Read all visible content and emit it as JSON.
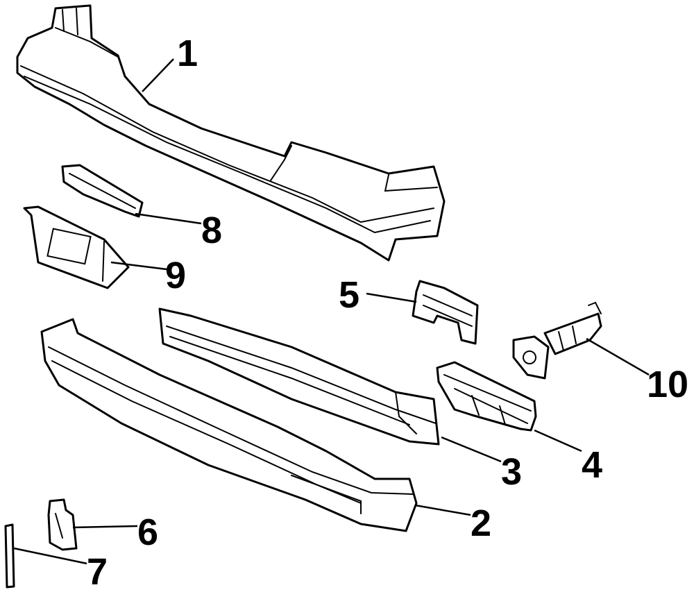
{
  "callouts": [
    {
      "id": "1",
      "label": "1"
    },
    {
      "id": "2",
      "label": "2"
    },
    {
      "id": "3",
      "label": "3"
    },
    {
      "id": "4",
      "label": "4"
    },
    {
      "id": "5",
      "label": "5"
    },
    {
      "id": "6",
      "label": "6"
    },
    {
      "id": "7",
      "label": "7"
    },
    {
      "id": "8",
      "label": "8"
    },
    {
      "id": "9",
      "label": "9"
    },
    {
      "id": "10",
      "label": "10"
    }
  ],
  "colors": {
    "line": "#000000",
    "background": "#ffffff"
  }
}
